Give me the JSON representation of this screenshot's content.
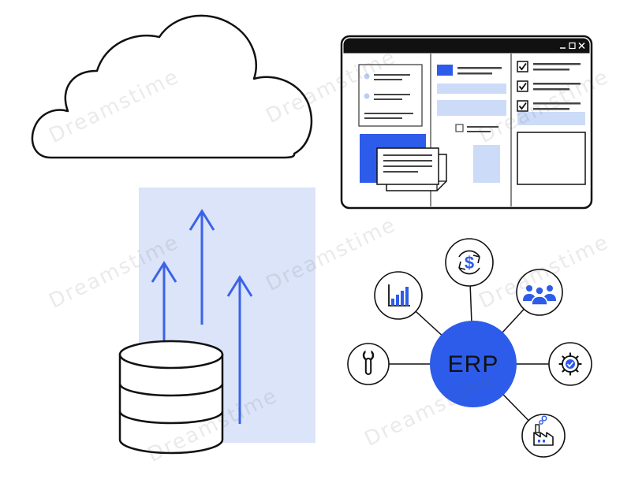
{
  "watermark": {
    "text": "Dreamstime"
  },
  "colors": {
    "accent_blue": "#2d5cea",
    "light_blue_panel": "#dbe4f8",
    "light_blue_bar": "#ccdbf8",
    "outline": "#111111",
    "titlebar": "#111111"
  },
  "illustration": {
    "cloud": {
      "name": "cloud-outline"
    },
    "upload": {
      "arrow_count": 3,
      "direction": "up"
    },
    "database": {
      "name": "database-cylinder",
      "segments": 3
    },
    "browser_window": {
      "controls": [
        "minimize",
        "maximize",
        "close"
      ],
      "columns": 3,
      "checkboxes_checked": [
        true,
        true,
        true
      ]
    },
    "erp_diagram": {
      "center_label": "ERP",
      "currency_symbol": "$",
      "nodes": [
        "bar-chart",
        "currency-sync",
        "team",
        "settings-check",
        "factory",
        "wrench"
      ]
    }
  }
}
